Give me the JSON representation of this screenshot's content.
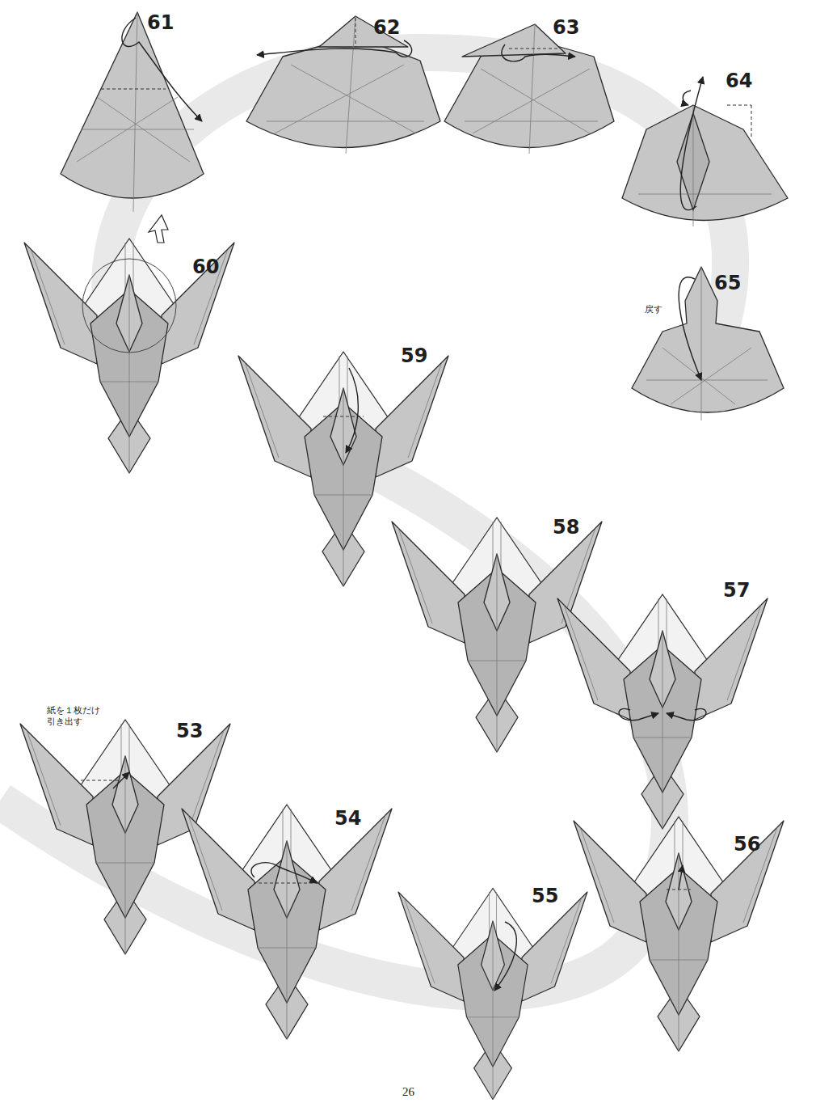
{
  "diagram": {
    "labels": [
      "61",
      "62",
      "63",
      "64",
      "60",
      "65",
      "戻す",
      "59",
      "58",
      "57",
      "紙を１枚だけ 引き出す",
      "53",
      "54",
      "55",
      "56",
      "26"
    ]
  }
}
